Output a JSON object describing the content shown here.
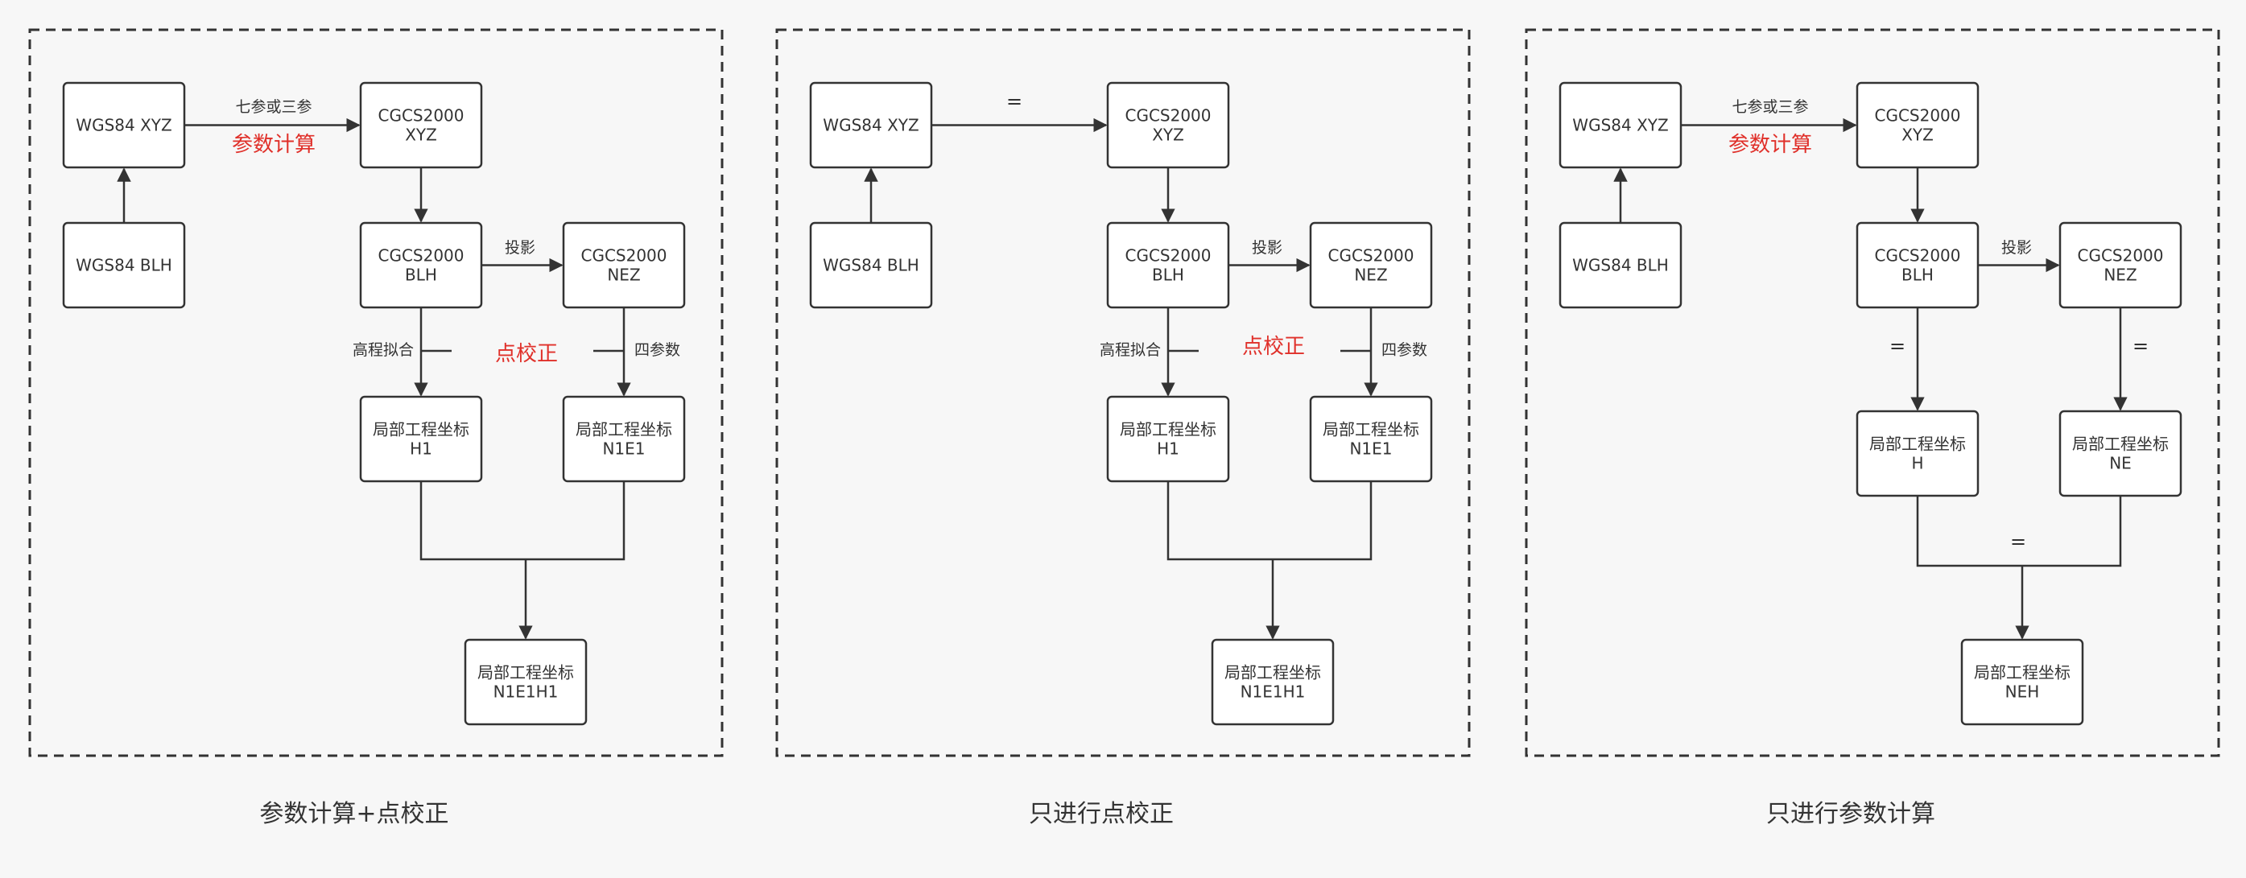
{
  "panels": [
    {
      "caption": "参数计算+点校正",
      "nodes": {
        "wgs_xyz": [
          "WGS84 XYZ"
        ],
        "wgs_blh": [
          "WGS84 BLH"
        ],
        "cgcs_xyz": [
          "CGCS2000",
          "XYZ"
        ],
        "cgcs_blh": [
          "CGCS2000",
          "BLH"
        ],
        "cgcs_nez": [
          "CGCS2000",
          "NEZ"
        ],
        "local_h": [
          "局部工程坐标",
          "H1"
        ],
        "local_ne": [
          "局部工程坐标",
          "N1E1"
        ],
        "local_neh": [
          "局部工程坐标",
          "N1E1H1"
        ]
      },
      "labels": {
        "top_small": "七参或三参",
        "top_red": "参数计算",
        "proj": "投影",
        "left": "高程拟合",
        "center_red": "点校正",
        "right": "四参数"
      }
    },
    {
      "caption": "只进行点校正",
      "nodes": {
        "wgs_xyz": [
          "WGS84 XYZ"
        ],
        "wgs_blh": [
          "WGS84 BLH"
        ],
        "cgcs_xyz": [
          "CGCS2000",
          "XYZ"
        ],
        "cgcs_blh": [
          "CGCS2000",
          "BLH"
        ],
        "cgcs_nez": [
          "CGCS2000",
          "NEZ"
        ],
        "local_h": [
          "局部工程坐标",
          "H1"
        ],
        "local_ne": [
          "局部工程坐标",
          "N1E1"
        ],
        "local_neh": [
          "局部工程坐标",
          "N1E1H1"
        ]
      },
      "labels": {
        "top_eq": "=",
        "proj": "投影",
        "left": "高程拟合",
        "center_red": "点校正",
        "right": "四参数"
      }
    },
    {
      "caption": "只进行参数计算",
      "nodes": {
        "wgs_xyz": [
          "WGS84 XYZ"
        ],
        "wgs_blh": [
          "WGS84 BLH"
        ],
        "cgcs_xyz": [
          "CGCS2000",
          "XYZ"
        ],
        "cgcs_blh": [
          "CGCS2000",
          "BLH"
        ],
        "cgcs_nez": [
          "CGCS2000",
          "NEZ"
        ],
        "local_h": [
          "局部工程坐标",
          "H"
        ],
        "local_ne": [
          "局部工程坐标",
          "NE"
        ],
        "local_neh": [
          "局部工程坐标",
          "NEH"
        ]
      },
      "labels": {
        "top_small": "七参或三参",
        "top_red": "参数计算",
        "proj": "投影",
        "left_eq": "=",
        "right_eq": "=",
        "merge_eq": "="
      }
    }
  ]
}
